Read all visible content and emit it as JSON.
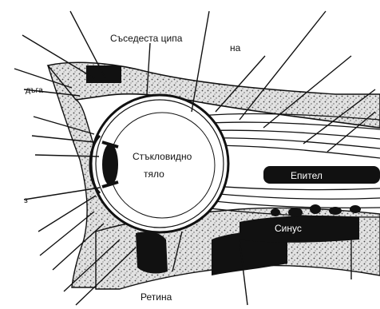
{
  "labels": {
    "conjunctiva": "Съседеста ципа",
    "na": "на",
    "arch": "дъга",
    "vitreous": "Стъкловидно",
    "body": "тяло",
    "epithelium": "Епител",
    "sinus": "Синус",
    "retina": "Ретина",
    "z": "з"
  },
  "colors": {
    "ink": "#111111",
    "paper": "#ffffff",
    "bone": "#d9d9d9"
  }
}
